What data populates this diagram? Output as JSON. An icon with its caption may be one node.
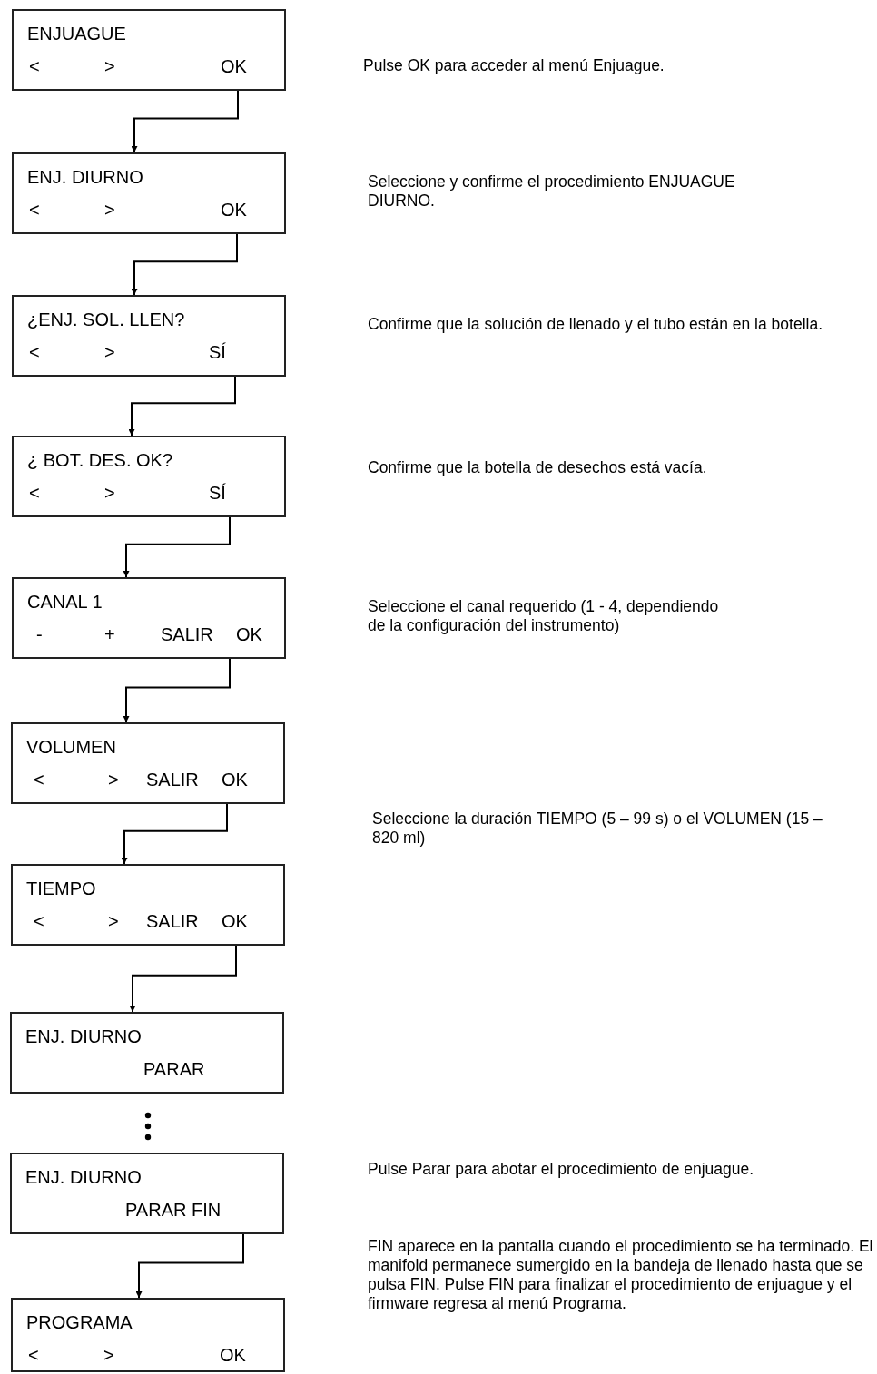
{
  "diagram": {
    "nodes": [
      {
        "text": [
          "ENJUAGUE",
          "<",
          ">",
          "OK"
        ]
      },
      {
        "text": [
          "ENJ. DIURNO",
          "<",
          ">",
          "OK"
        ]
      },
      {
        "text": [
          "¿ENJ. SOL. LLEN?",
          "<",
          ">",
          "SÍ"
        ]
      },
      {
        "text": [
          "¿ BOT. DES. OK?",
          "<",
          ">",
          "SÍ"
        ]
      },
      {
        "text": [
          "CANAL 1",
          "-",
          "+",
          "SALIR",
          "OK"
        ]
      },
      {
        "text": [
          "VOLUMEN",
          "<",
          ">",
          "SALIR",
          "OK"
        ]
      },
      {
        "text": [
          "TIEMPO",
          "<",
          ">",
          "SALIR",
          "OK"
        ]
      },
      {
        "text": [
          "ENJ. DIURNO",
          "PARAR"
        ]
      },
      {
        "text": [
          "ENJ. DIURNO",
          "PARAR FIN"
        ]
      },
      {
        "text": [
          "PROGRAMA",
          "<",
          ">",
          "OK"
        ]
      }
    ],
    "edges": [
      {
        "from": 0,
        "to": 1,
        "arrow": "to"
      },
      {
        "from": 1,
        "to": 2,
        "arrow": "to"
      },
      {
        "from": 2,
        "to": 3,
        "arrow": "to"
      },
      {
        "from": 3,
        "to": 4,
        "arrow": "to"
      },
      {
        "from": 4,
        "to": 5,
        "arrow": "to"
      },
      {
        "from": 5,
        "to": 6,
        "arrow": "to"
      },
      {
        "from": 6,
        "to": 7,
        "arrow": "to"
      },
      {
        "from": 8,
        "to": 9,
        "arrow": "to"
      }
    ],
    "labels": [
      "Pulse OK para acceder al menú Enjuague.",
      "Seleccione y confirme el procedimiento ENJUAGUE DIURNO.",
      "Confirme que la solución de llenado y el tubo están en la botella.",
      "Confirme que la botella de desechos está vacía.",
      "Seleccione el canal requerido (1 - 4, dependiendo de la configuración del instrumento)",
      "Seleccione la duración TIEMPO (5 – 99 s) o el VOLUMEN (15 – 820 ml)",
      "Pulse Parar para abotar el procedimiento de enjuague.",
      "FIN aparece en la pantalla cuando el procedimiento se ha terminado. El manifold permanece sumergido en la bandeja de llenado hasta que se pulsa FIN. Pulse FIN para finalizar el procedimiento de enjuague y el firmware regresa al menú Programa."
    ]
  }
}
